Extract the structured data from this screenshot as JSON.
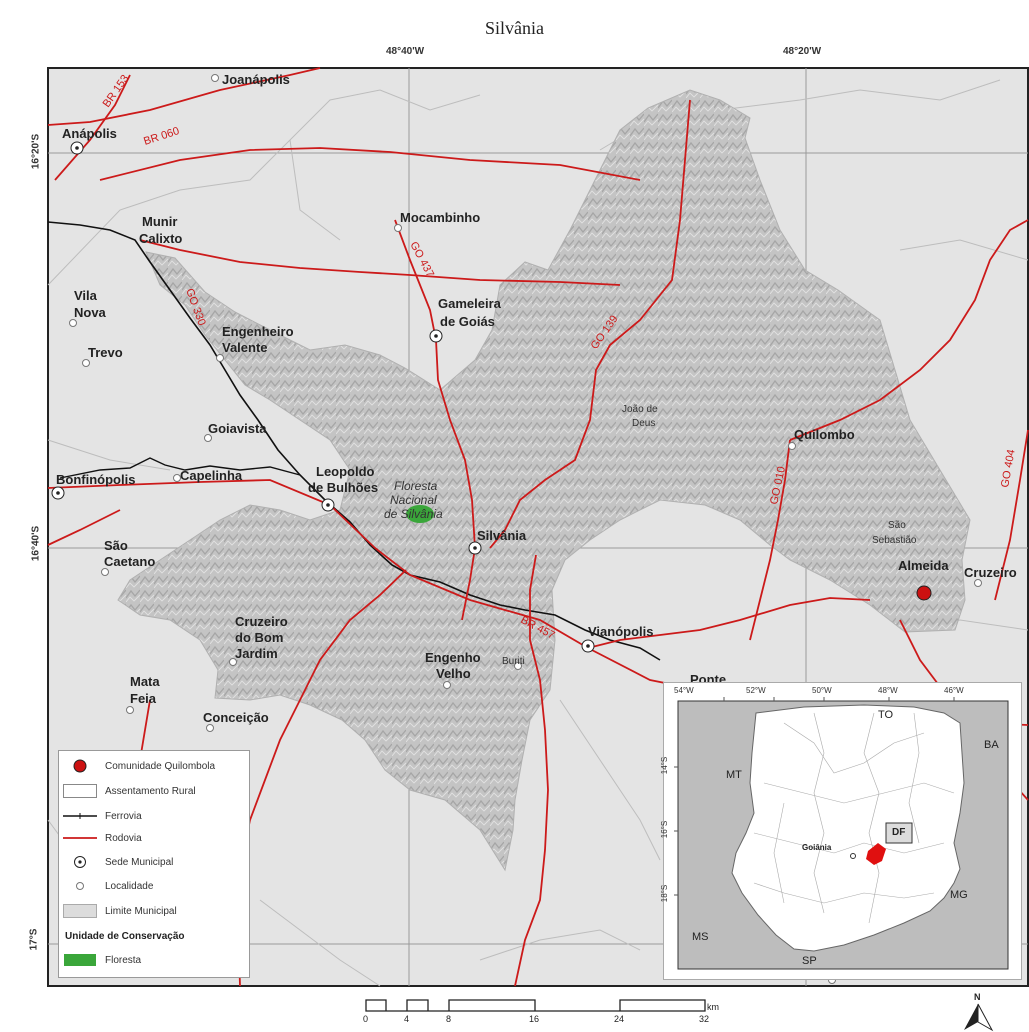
{
  "title": "Silvânia",
  "top_coords": [
    "48°40'W",
    "48°20'W"
  ],
  "left_coords": [
    "16°20'S",
    "16°40'S",
    "17°S"
  ],
  "places": {
    "joanapolis": "Joanápolis",
    "anapolis": "Anápolis",
    "mocambinho": "Mocambinho",
    "munir": [
      "Munir",
      "Calixto"
    ],
    "vila_nova": [
      "Vila",
      "Nova"
    ],
    "trevo": "Trevo",
    "gameleira": [
      "Gameleira",
      "de Goiás"
    ],
    "engenheiro": [
      "Engenheiro",
      "Valente"
    ],
    "goiavista": "Goiavista",
    "joao_de_deus": [
      "João de",
      "Deus"
    ],
    "quilombo": "Quilombo",
    "bonfinopolis": "Bonfinópolis",
    "capelinha": "Capelinha",
    "leopoldo": [
      "Leopoldo",
      "de Bulhões"
    ],
    "floresta": [
      "Floresta",
      "Nacional",
      "de Silvânia"
    ],
    "silvania": "Silvânia",
    "sao_sebastiao": [
      "São",
      "Sebastião"
    ],
    "sao_caetano": [
      "São",
      "Caetano"
    ],
    "almeida": "Almeida",
    "cruzeiro": "Cruzeiro",
    "cruzeiro_bom": [
      "Cruzeiro",
      "do Bom",
      "Jardim"
    ],
    "vianopolis": "Vianópolis",
    "engenho_velho": [
      "Engenho",
      "Velho"
    ],
    "buriti": "Buriti",
    "ponte": "Ponte",
    "mata_feia": [
      "Mata",
      "Feia"
    ],
    "conceicao": "Conceição"
  },
  "roads": {
    "br153": "BR 153",
    "br060": "BR 060",
    "go437": "GO 437",
    "go330": "GO 330",
    "go139": "GO 139",
    "go010": "GO 010",
    "go404": "GO 404",
    "br457": "BR 457"
  },
  "legend": {
    "items": [
      "Comunidade Quilombola",
      "Assentamento Rural",
      "Ferrovia",
      "Rodovia",
      "Sede Municipal",
      "Localidade",
      "Limite Municipal"
    ],
    "section": "Unidade de Conservação",
    "floresta": "Floresta"
  },
  "inset": {
    "top_ticks": [
      "54°W",
      "52°W",
      "50°W",
      "48°W",
      "46°W"
    ],
    "left_ticks": [
      "14°S",
      "16°S",
      "18°S"
    ],
    "labels": {
      "to": "TO",
      "ba": "BA",
      "mt": "MT",
      "df": "DF",
      "goiania": "Goiânia",
      "ms": "MS",
      "mg": "MG",
      "sp": "SP"
    }
  },
  "scale": {
    "ticks": [
      "0",
      "4",
      "8",
      "16",
      "24",
      "32"
    ],
    "unit": "km"
  },
  "north": "N",
  "colors": {
    "road": "#cc1a1a",
    "municipality": "#c8c8c8",
    "background": "#e4e4e4",
    "forest": "#3aa63a",
    "quilombola": "#cc1111"
  }
}
